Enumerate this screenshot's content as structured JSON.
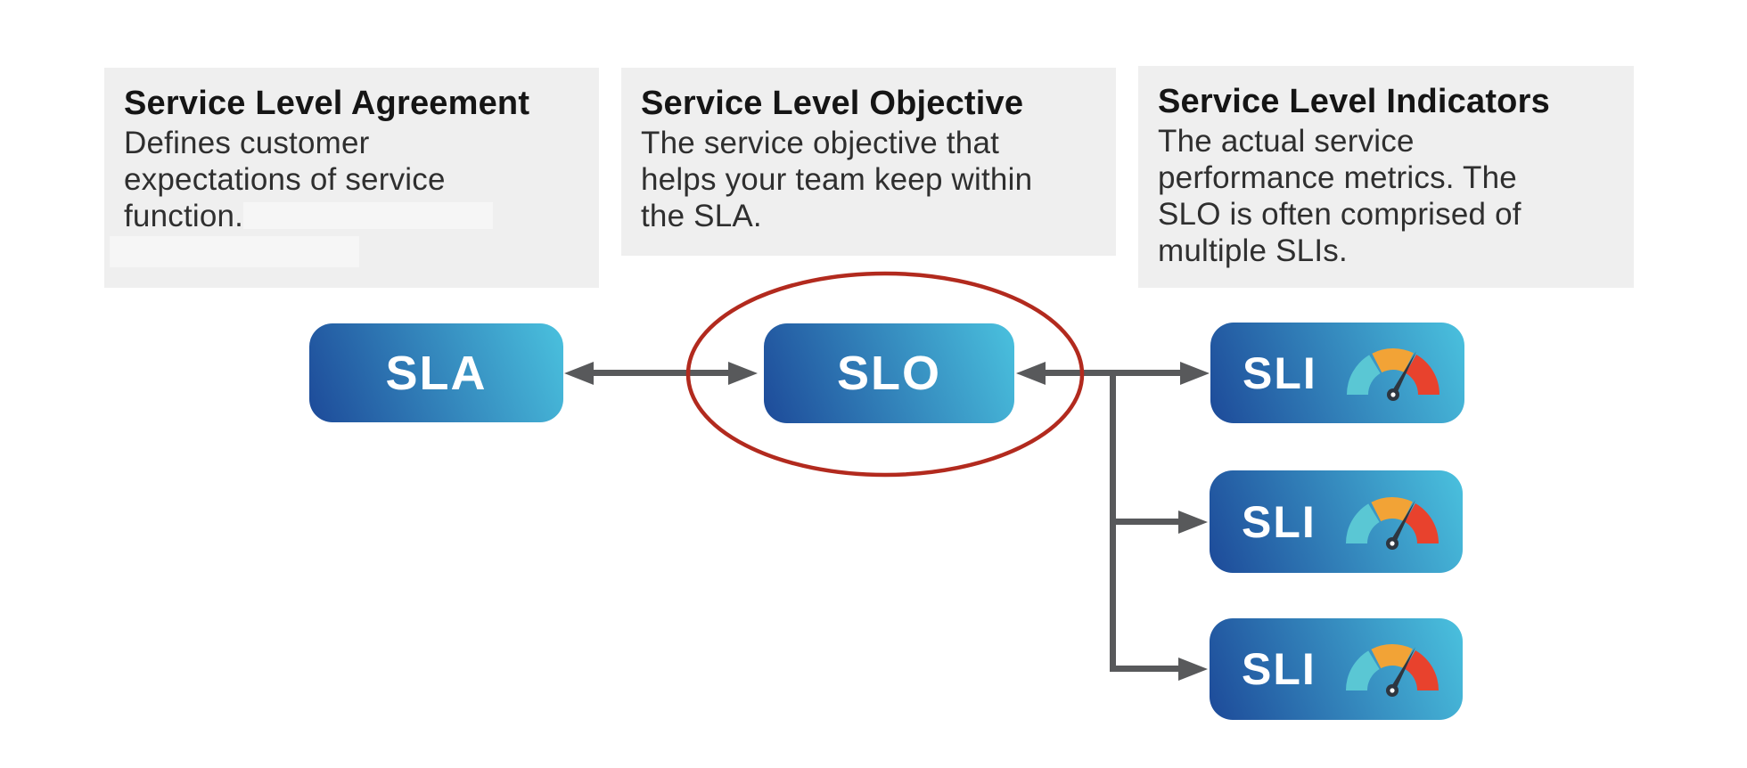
{
  "cards": [
    {
      "title": "Service Level Agreement",
      "lines": [
        "Defines customer",
        "expectations of service",
        "function."
      ]
    },
    {
      "title": "Service Level Objective",
      "lines": [
        "The service objective that",
        "helps your team keep within",
        "the SLA."
      ]
    },
    {
      "title": "Service Level Indicators",
      "lines": [
        "The actual service",
        "performance metrics. The",
        "SLO is often comprised of",
        "multiple SLIs."
      ]
    }
  ],
  "nodes": {
    "sla_label": "SLA",
    "slo_label": "SLO",
    "sli_label": "SLI"
  },
  "icons": {
    "gauge": "speedometer-gauge-icon",
    "highlight": "red-ellipse-annotation"
  },
  "colors": {
    "node_gradient_start": "#1d4a99",
    "node_gradient_end": "#4ac1de",
    "card_bg": "#efefef",
    "redaction_bg": "#f6f6f6",
    "arrow": "#58595b",
    "highlight_red": "#b22a1e",
    "gauge_teal": "#5ac7d4",
    "gauge_orange": "#f2a336",
    "gauge_red": "#e8422d",
    "gauge_needle": "#2e3640",
    "heading_text": "#151515",
    "body_text": "#2f2f2f",
    "node_text": "#ffffff"
  }
}
